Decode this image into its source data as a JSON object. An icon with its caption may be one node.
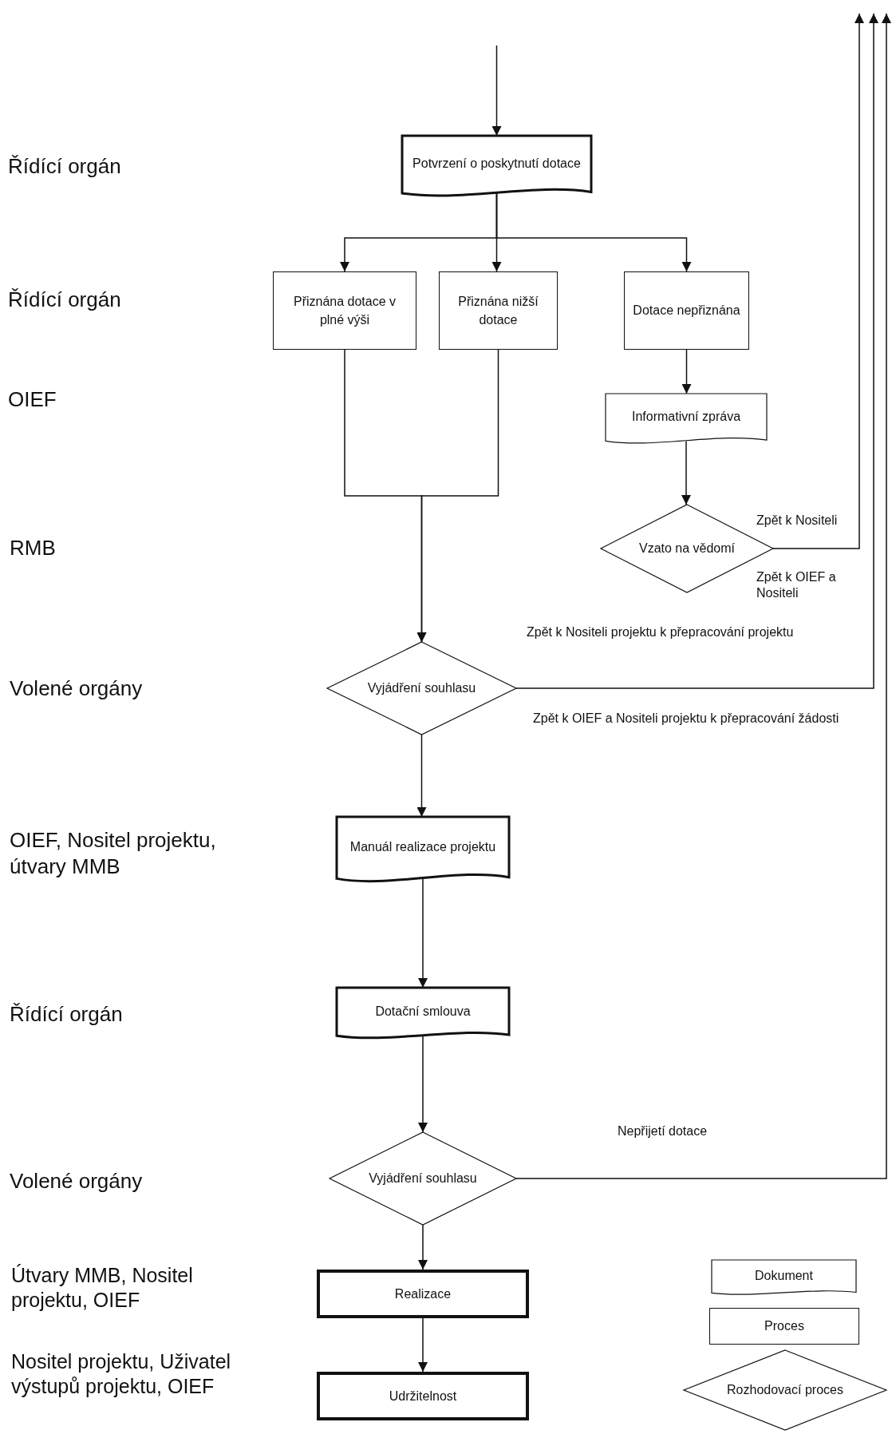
{
  "diagram": {
    "nodes": [
      {
        "text": [
          "Potvrzení o poskytnutí dotace"
        ]
      },
      {
        "text": [
          "Přiznána dotace v plné výši"
        ]
      },
      {
        "text": [
          "Přiznána nižší dotace"
        ]
      },
      {
        "text": [
          "Dotace nepřiznána"
        ]
      },
      {
        "text": [
          "Informativní zpráva"
        ]
      },
      {
        "text": [
          "Vzato na vědomí"
        ]
      },
      {
        "text": [
          "Vyjádření souhlasu"
        ]
      },
      {
        "text": [
          "Manuál realizace projektu"
        ]
      },
      {
        "text": [
          "Dotační smlouva"
        ]
      },
      {
        "text": [
          "Vyjádření souhlasu"
        ]
      },
      {
        "text": [
          "Realizace"
        ]
      },
      {
        "text": [
          "Udržitelnost"
        ]
      }
    ],
    "edges": [
      {
        "from": null,
        "to": 0,
        "arrow": "to"
      },
      {
        "from": 0,
        "to": 1,
        "arrow": "to"
      },
      {
        "from": 0,
        "to": 2,
        "arrow": "to"
      },
      {
        "from": 0,
        "to": 3,
        "arrow": "to"
      },
      {
        "from": 1,
        "to": 6,
        "arrow": "to"
      },
      {
        "from": 2,
        "to": 6,
        "arrow": "to"
      },
      {
        "from": 3,
        "to": 4,
        "arrow": "to"
      },
      {
        "from": 4,
        "to": 5,
        "arrow": "to"
      },
      {
        "from": 5,
        "to": null,
        "arrow": "to",
        "label": "Zpět k Nositeli"
      },
      {
        "from": 6,
        "to": null,
        "arrow": "to",
        "label": "Zpět k Nositeli projektu k přepracování projektu"
      },
      {
        "from": 6,
        "to": 7,
        "arrow": "to"
      },
      {
        "from": 7,
        "to": 8,
        "arrow": "to"
      },
      {
        "from": 8,
        "to": 9,
        "arrow": "to"
      },
      {
        "from": 9,
        "to": null,
        "arrow": "to",
        "label": "Nepřijetí dotace"
      },
      {
        "from": 9,
        "to": 10,
        "arrow": "to"
      },
      {
        "from": 10,
        "to": 11,
        "arrow": "to"
      }
    ],
    "labels": [
      "Řídící orgán",
      "Řídící orgán",
      "OIEF",
      "RMB",
      "Volené orgány",
      "OIEF, Nositel projektu, útvary MMB",
      "Řídící orgán",
      "Volené orgány",
      "Útvary MMB, Nositel projektu, OIEF",
      "Nositel projektu, Uživatel výstupů projektu, OIEF",
      "Zpět k OIEF a Nositeli",
      "Zpět k OIEF a Nositeli projektu k přepracování žádosti"
    ],
    "legend": [
      {
        "text": "Dokument"
      },
      {
        "text": "Proces"
      },
      {
        "text": "Rozhodovací proces"
      }
    ]
  }
}
